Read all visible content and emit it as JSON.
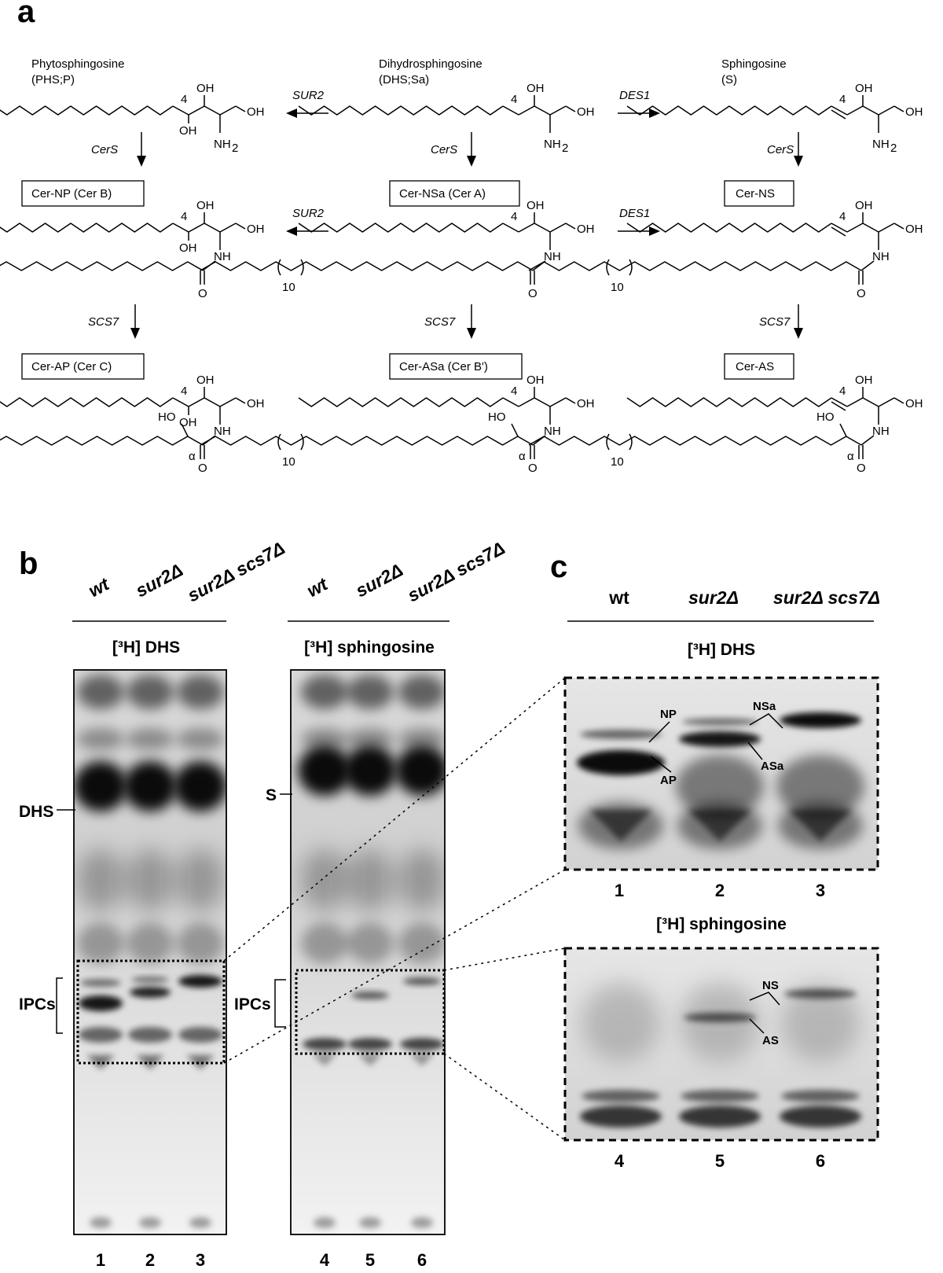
{
  "panel_a": {
    "label": "a",
    "columns": [
      {
        "name": "Phytosphingosine",
        "abbr": "(PHS;P)"
      },
      {
        "name": "Dihydrosphingosine",
        "abbr": "(DHS;Sa)"
      },
      {
        "name": "Sphingosine",
        "abbr": "(S)"
      }
    ],
    "enzymes": {
      "sur2": "SUR2",
      "des1": "DES1",
      "cers": "CerS",
      "scs7": "SCS7"
    },
    "ceramides": {
      "row1": [
        "Cer-NP (Cer B)",
        "Cer-NSa (Cer A)",
        "Cer-NS"
      ],
      "row2": [
        "Cer-AP (Cer C)",
        "Cer-ASa (Cer B')",
        "Cer-AS"
      ]
    },
    "atoms": {
      "oh": "OH",
      "nh2_n": "NH",
      "nh2_sub": "2",
      "nh": "NH",
      "o": "O",
      "ho": "HO",
      "four": "4",
      "ten": "10",
      "alpha": "α"
    }
  },
  "panel_b": {
    "label": "b",
    "genotypes": [
      "wt",
      "sur2Δ",
      "sur2Δ scs7Δ"
    ],
    "label_dhs": "[³H] DHS",
    "label_sph": "[³H] sphingosine",
    "marker_dhs": "DHS",
    "marker_s": "S",
    "marker_ipc": "IPCs",
    "lanes": [
      "1",
      "2",
      "3",
      "4",
      "5",
      "6"
    ]
  },
  "panel_c": {
    "label": "c",
    "genotypes": [
      "wt",
      "sur2Δ",
      "sur2Δ scs7Δ"
    ],
    "label_dhs": "[³H] DHS",
    "label_sph": "[³H] sphingosine",
    "bands_top": [
      "NP",
      "AP",
      "NSa",
      "ASa"
    ],
    "bands_bottom": [
      "NS",
      "AS"
    ],
    "lanes_top": [
      "1",
      "2",
      "3"
    ],
    "lanes_bottom": [
      "4",
      "5",
      "6"
    ]
  }
}
